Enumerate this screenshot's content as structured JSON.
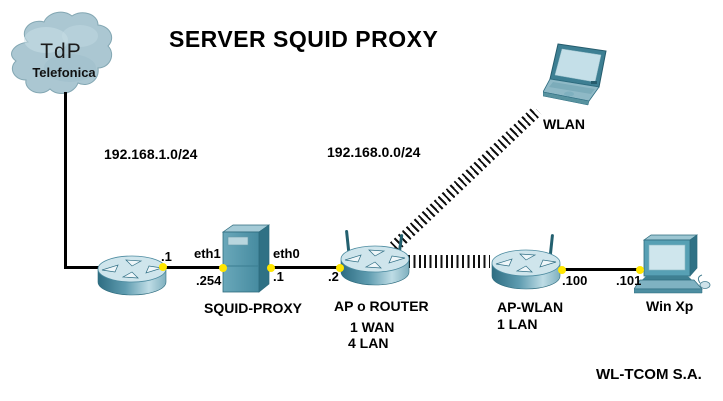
{
  "labels": {
    "title": "SERVER SQUID PROXY",
    "brand": "WL-TCOM S.A."
  },
  "cloud": {
    "name": "TdP",
    "subname": "Telefonica"
  },
  "subnets": {
    "lan1": "192.168.1.0/24",
    "lan0": "192.168.0.0/24"
  },
  "devices": {
    "squid_proxy": {
      "label": "SQUID-PROXY"
    },
    "ap_router": {
      "label": "AP o ROUTER",
      "ports_line1": "1 WAN",
      "ports_line2": "4 LAN"
    },
    "ap_wlan": {
      "label": "AP-WLAN",
      "ports_line1": "1 LAN"
    },
    "win_xp": {
      "label": "Win Xp"
    },
    "wlan_laptop": {
      "label": "WLAN"
    }
  },
  "interfaces": {
    "isp_router_lan": ".1",
    "proxy_eth1_name": "eth1",
    "proxy_eth1_ip": ".254",
    "proxy_eth0_name": "eth0",
    "proxy_eth0_ip": ".1",
    "ap_router_wan": ".2",
    "ap_wlan_ip": ".100",
    "win_xp_ip": ".101"
  },
  "colors": {
    "device_teal": "#4e97ac",
    "cloud_fill": "#abc7d2",
    "link": "#000000",
    "port_dot": "#ffe600",
    "background": "#ffffff"
  }
}
